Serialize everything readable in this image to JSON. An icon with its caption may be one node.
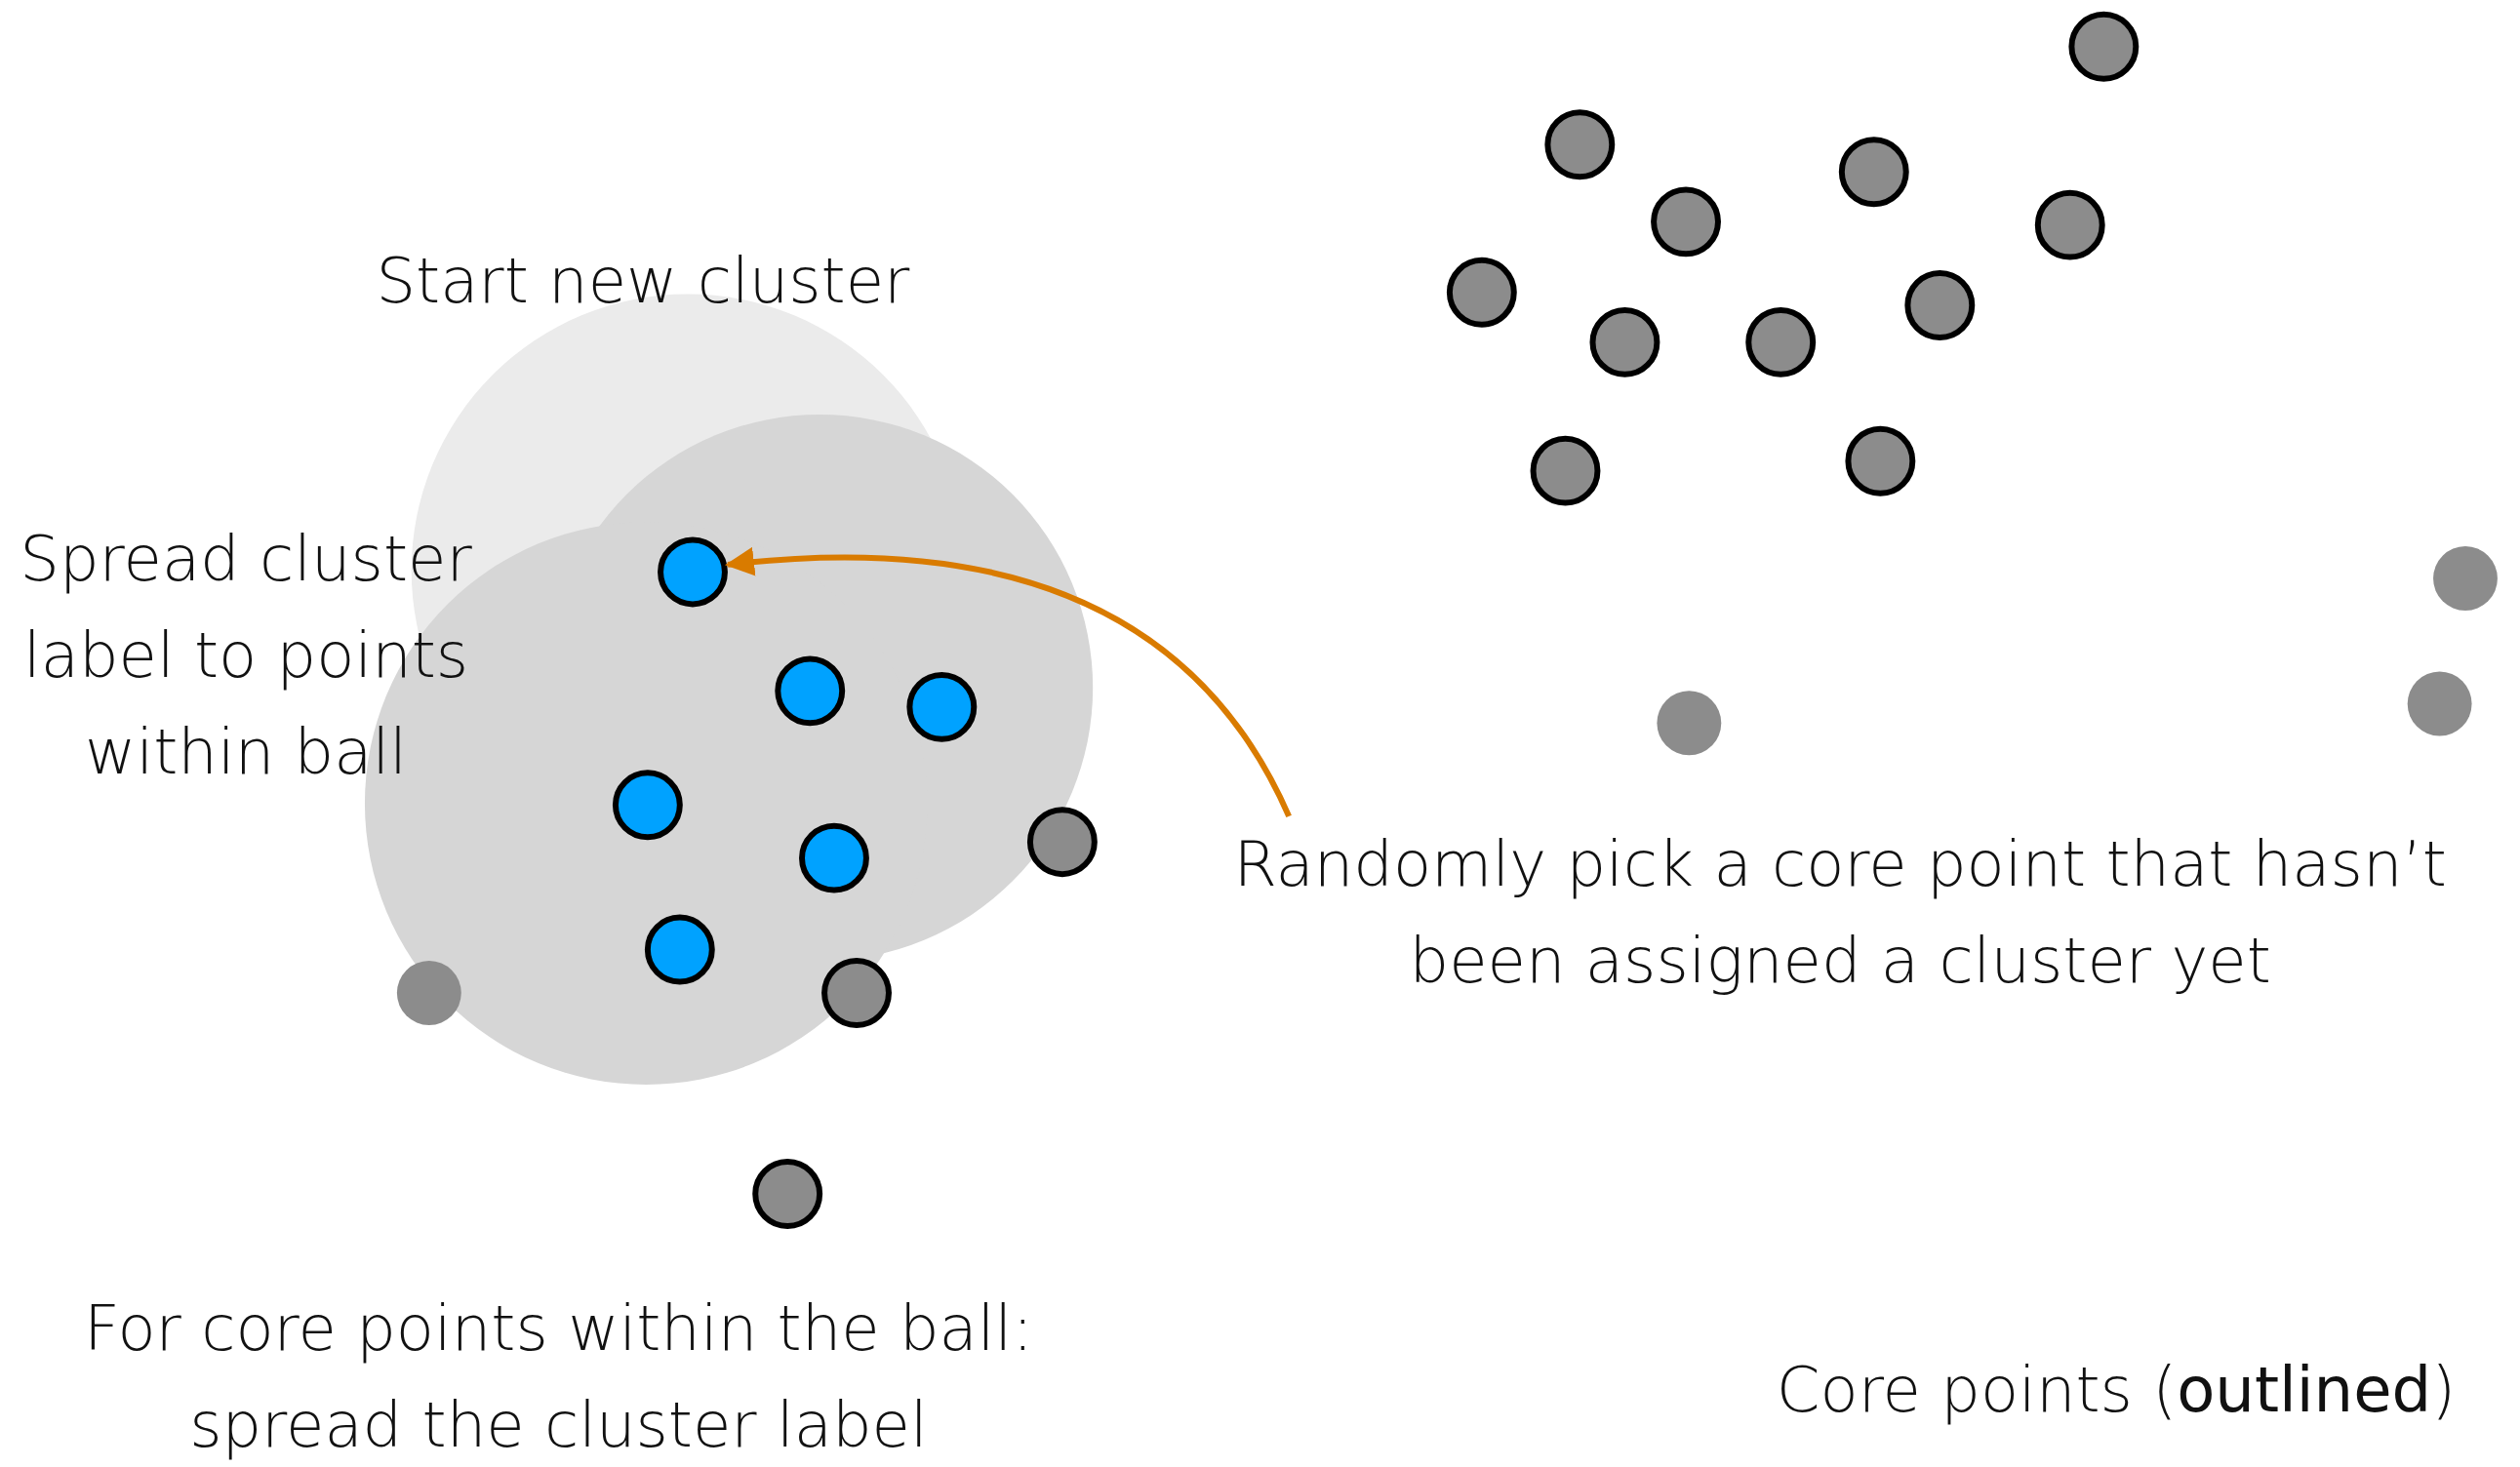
{
  "diagram": {
    "nodes": [
      {
        "text": [
          "Randomly pick a core point that hasn’t been assigned a cluster yet"
        ]
      },
      {
        "text": [],
        "shape": "circle"
      }
    ],
    "edges": [
      {
        "from": 0,
        "to": 1,
        "arrow": "to",
        "color": "#d97b00"
      }
    ],
    "labels": [
      "Start new cluster",
      "Spread cluster label to points within ball",
      "For core points within the ball: spread the cluster label",
      "Core points (**outlined**)"
    ]
  }
}
